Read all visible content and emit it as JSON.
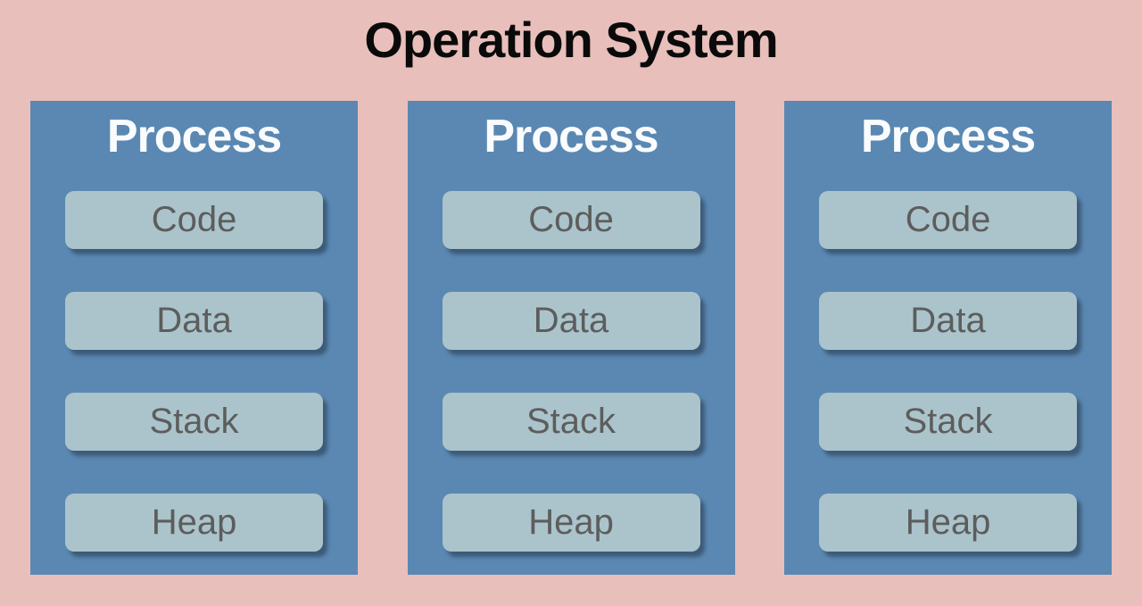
{
  "title": "Operation System",
  "colors": {
    "background": "#e8bfbb",
    "process_box": "#5a88b2",
    "segment_box": "#abc4cb",
    "segment_text": "#5d5d5d",
    "process_title_text": "#f9fbfd",
    "title_text": "#0a0a0a"
  },
  "processes": [
    {
      "title": "Process",
      "segments": [
        "Code",
        "Data",
        "Stack",
        "Heap"
      ]
    },
    {
      "title": "Process",
      "segments": [
        "Code",
        "Data",
        "Stack",
        "Heap"
      ]
    },
    {
      "title": "Process",
      "segments": [
        "Code",
        "Data",
        "Stack",
        "Heap"
      ]
    }
  ]
}
